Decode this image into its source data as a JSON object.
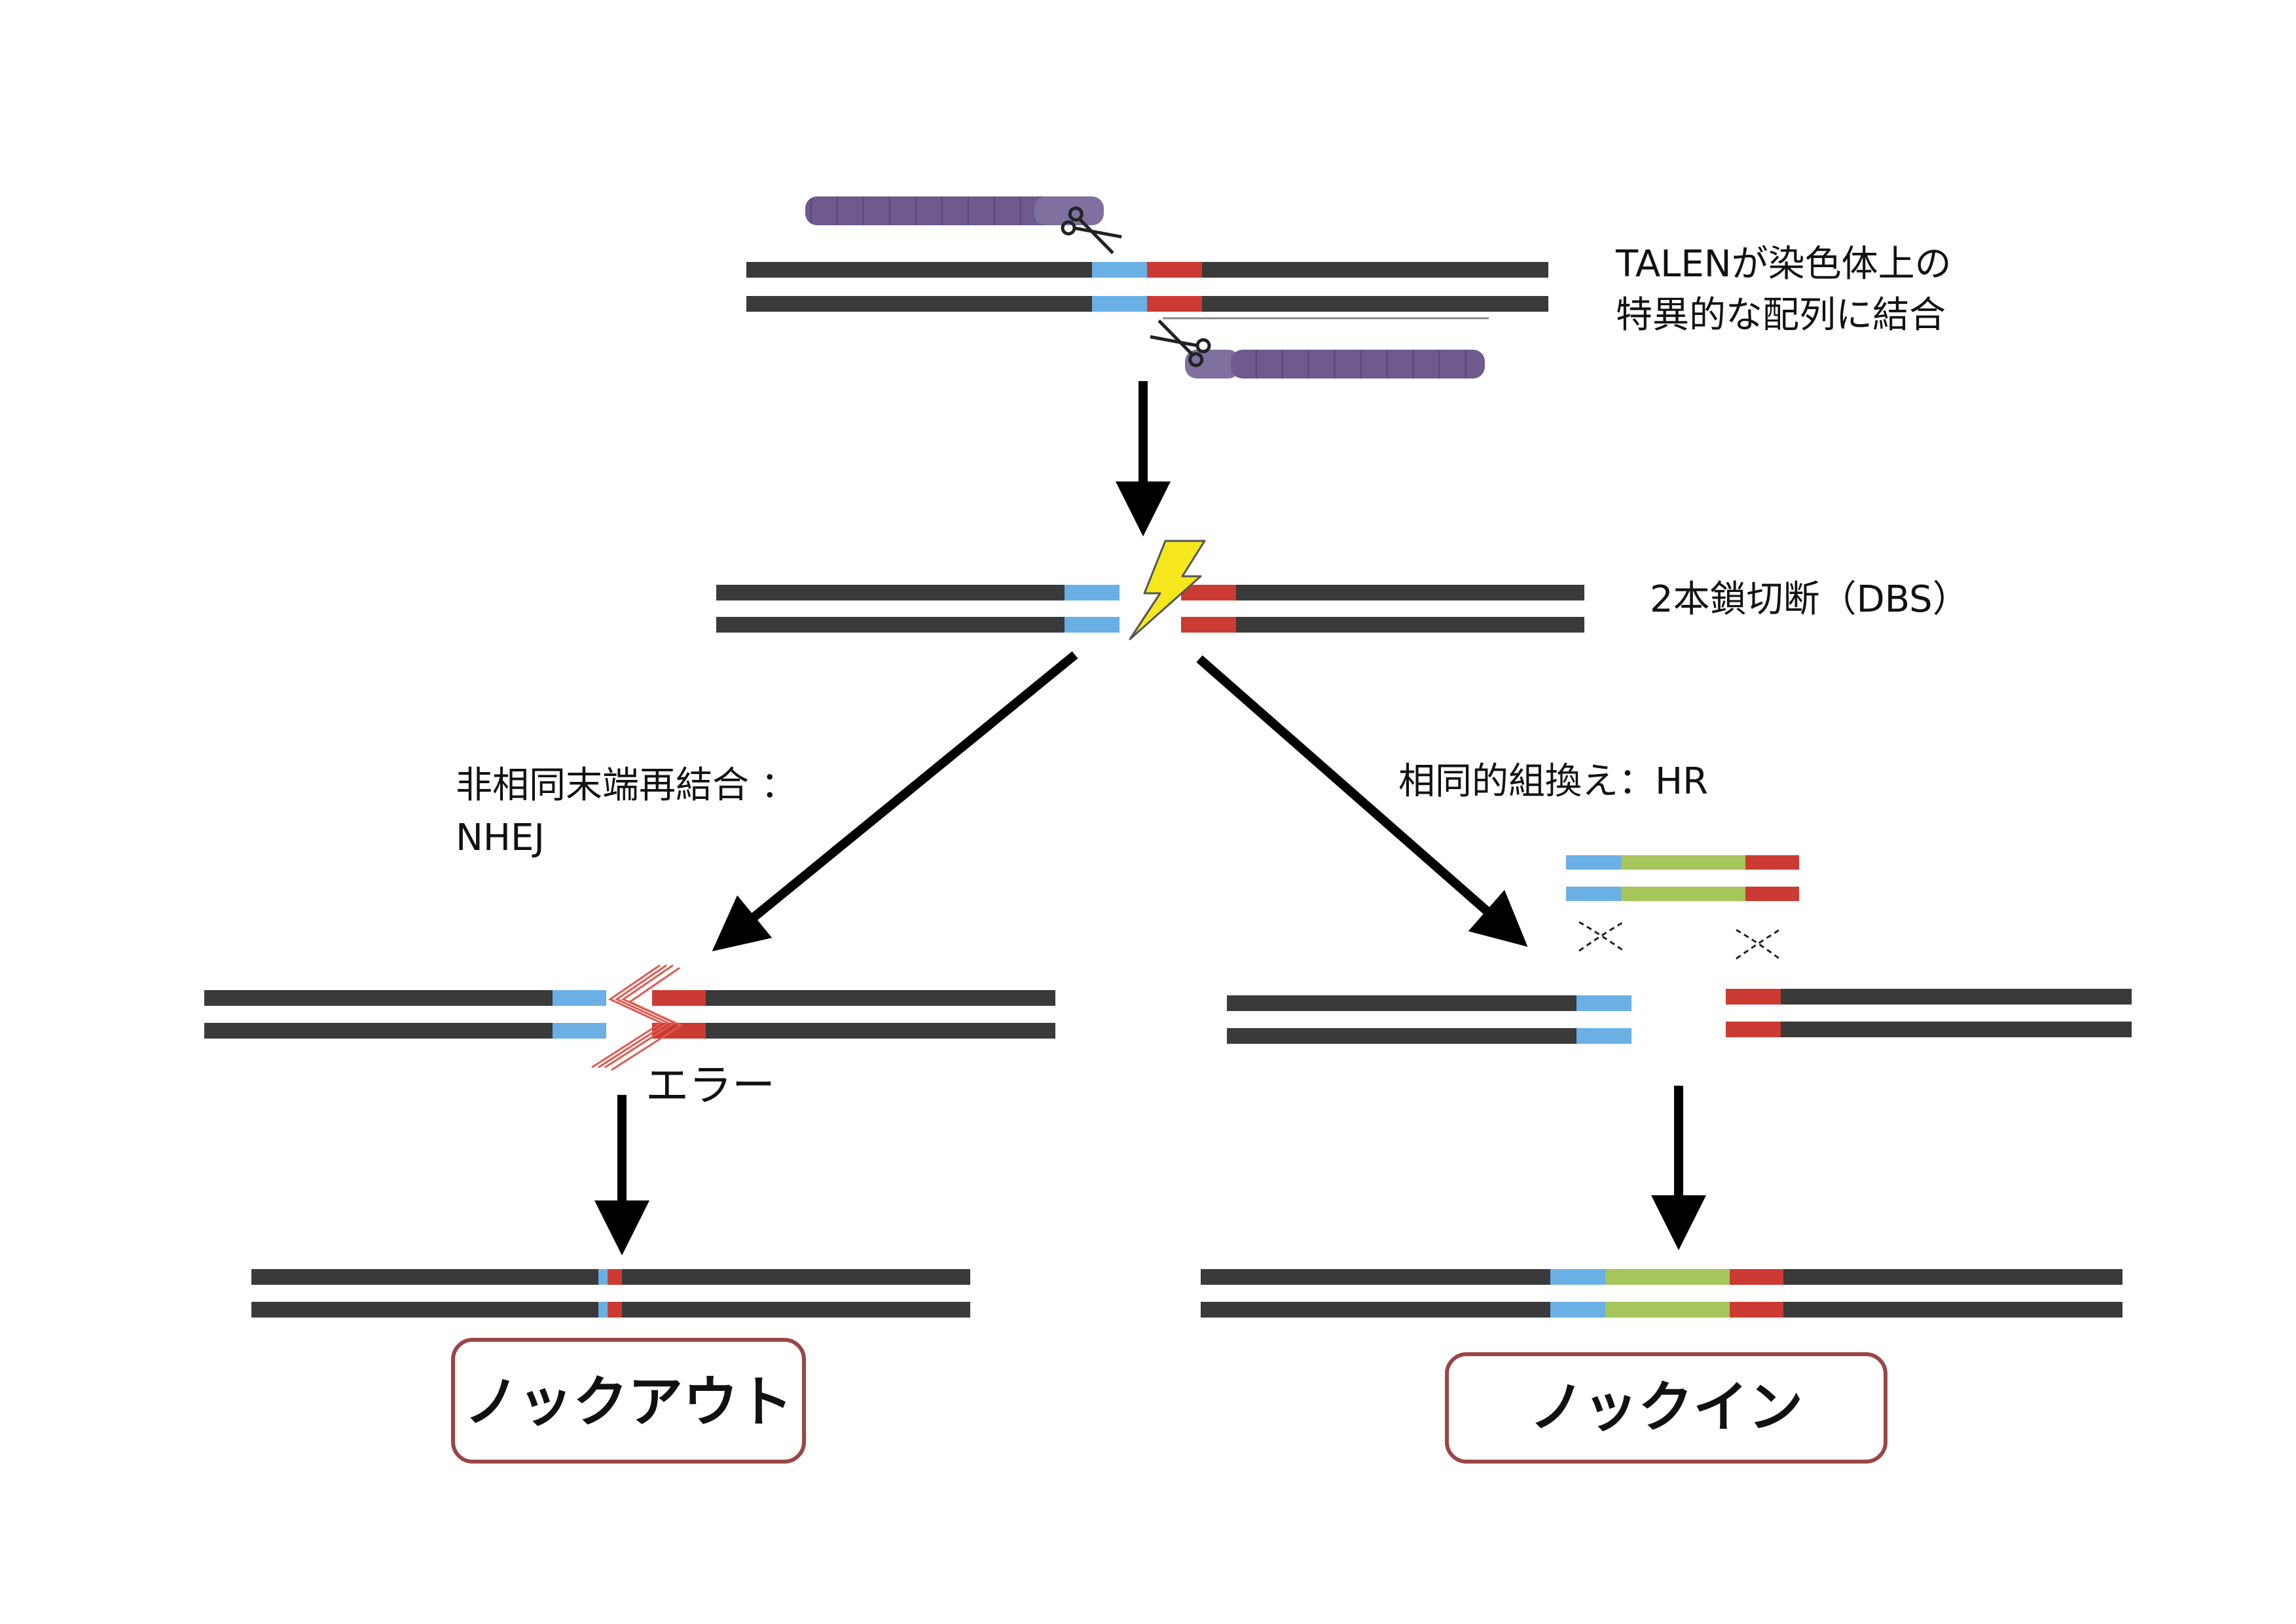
{
  "labels": {
    "talen_binding_line1": "TALENが染色体上の",
    "talen_binding_line2": "特異的な配列に結合",
    "dsb": "2本鎖切断（DBS）",
    "nhej_line1": "非相同末端再結合 ：",
    "nhej_line2": "NHEJ",
    "hr": "相同的組換え：HR",
    "error": "エラー",
    "knockout": "ノックアウト",
    "knockin": "ノックイン"
  },
  "colors": {
    "strand": "#3a3a3a",
    "left_homology": "#6ab0e4",
    "right_homology": "#cc3b33",
    "donor_insert": "#a6c55a",
    "talen": "#6e5a8c",
    "lightning": "#f5e71c",
    "outcome_border": "#9a4646",
    "arrow": "#000000"
  },
  "icons": {
    "cleavage": "scissors-icon",
    "break": "lightning-bolt-icon",
    "crossover": "crossover-mark-icon",
    "error_site": "jagged-break-icon"
  }
}
